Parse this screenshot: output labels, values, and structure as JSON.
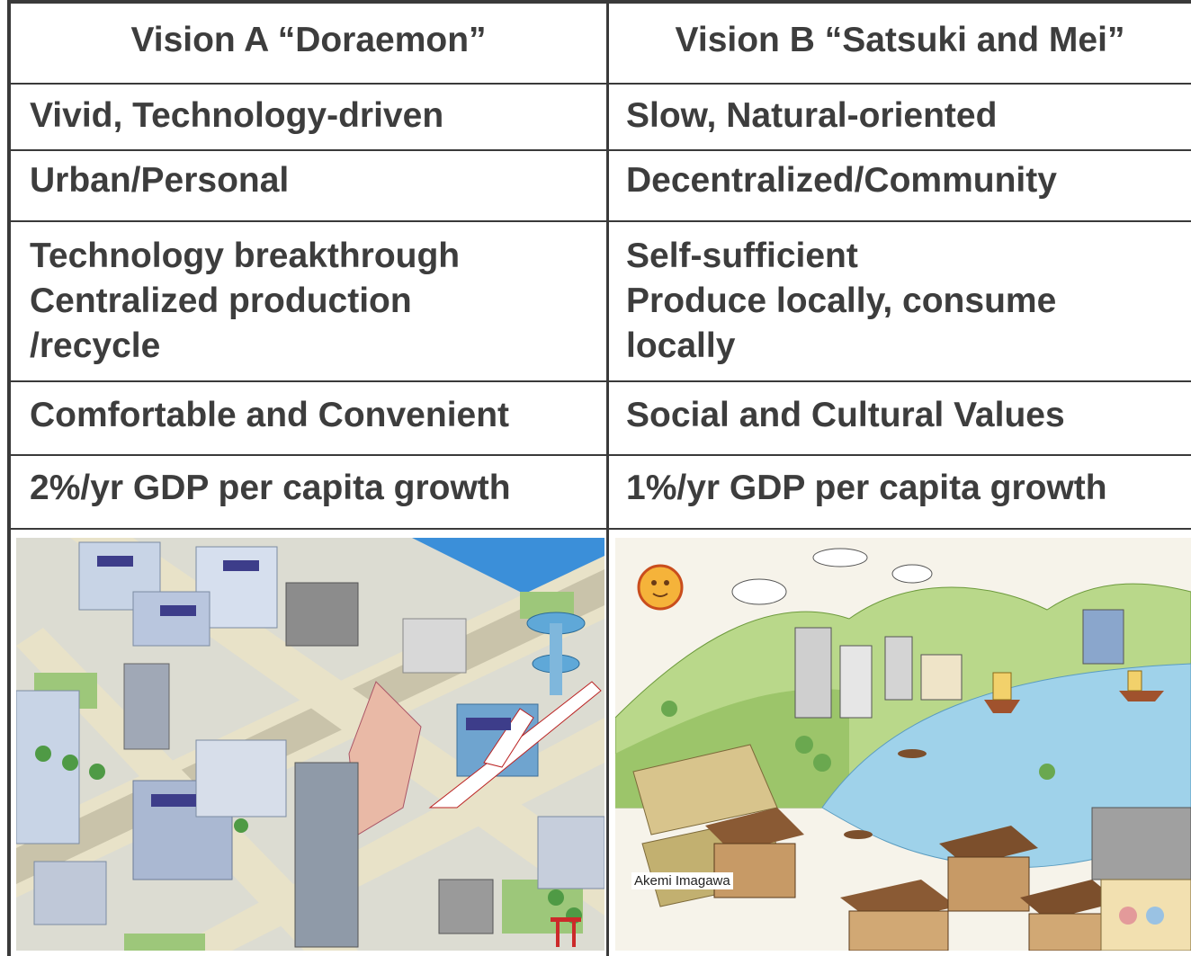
{
  "table": {
    "headers": [
      "Vision A “Doraemon”",
      "Vision B “Satsuki and Mei”"
    ],
    "rows": [
      [
        "Vivid, Technology-driven",
        "Slow, Natural-oriented"
      ],
      [
        "Urban/Personal",
        "Decentralized/Community"
      ],
      [
        "Technology breakthrough\nCentralized production\n/recycle",
        "Self-sufficient\nProduce locally, consume\nlocally"
      ],
      [
        "Comfortable and Convenient",
        "Social and Cultural Values"
      ],
      [
        "2%/yr GDP per capita growth",
        "1%/yr GDP per capita growth"
      ]
    ]
  },
  "images": {
    "left": {
      "kind": "illustration",
      "subject": "isometric high-tech city"
    },
    "right": {
      "kind": "illustration",
      "subject": "hand-drawn riverside village",
      "credit": "Akemi Imagawa"
    }
  },
  "colors": {
    "border": "#3a3a3a",
    "text": "#3d3d3d"
  }
}
